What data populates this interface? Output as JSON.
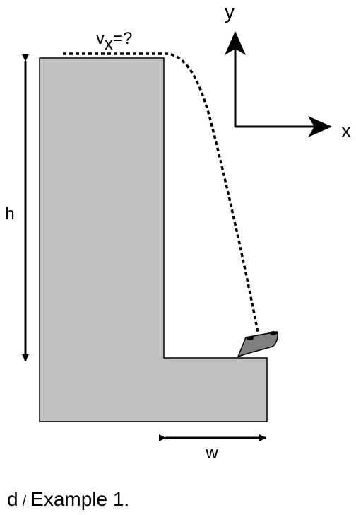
{
  "labels": {
    "velocity_base": "v",
    "velocity_sub": "x",
    "velocity_rest": "=?",
    "height": "h",
    "width": "w",
    "axis_x": "x",
    "axis_y": "y"
  },
  "caption": {
    "letter": "d",
    "separator": "/",
    "text": "Example 1."
  },
  "colors": {
    "building": "#c0c0c0",
    "car": "#808080",
    "line": "#000000"
  }
}
